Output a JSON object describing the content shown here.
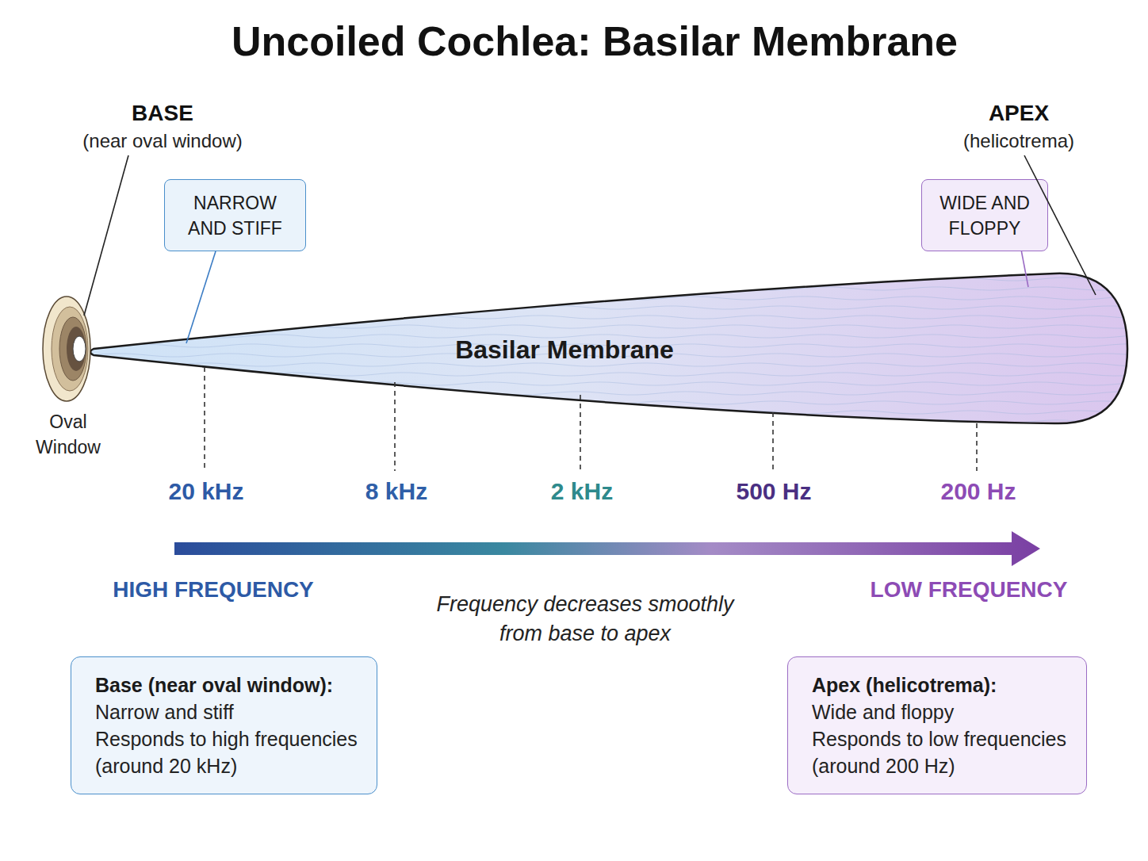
{
  "diagram": {
    "title": "Uncoiled Cochlea: Basilar Membrane",
    "nodes": [
      {
        "text": [
          "NARROW AND STIFF"
        ]
      },
      {
        "text": [
          "WIDE AND FLOPPY"
        ]
      },
      {
        "text": [
          "Basilar Membrane"
        ]
      },
      {
        "text": [
          "Base (near oval window):",
          "Narrow and stiff",
          "Responds to high frequencies (around 20 kHz)"
        ]
      },
      {
        "text": [
          "Apex (helicotrema):",
          "Wide and floppy",
          "Responds to low frequencies (around 200 Hz)"
        ]
      }
    ],
    "edges": [
      {
        "from": 0,
        "to": 2,
        "arrow": "none"
      },
      {
        "from": 1,
        "to": 2,
        "arrow": "none"
      }
    ],
    "labels": [
      "BASE",
      "(near oval window)",
      "APEX",
      "(helicotrema)",
      "Oval Window",
      "20 kHz",
      "8 kHz",
      "2 kHz",
      "500 Hz",
      "200 Hz",
      "HIGH FREQUENCY",
      "LOW FREQUENCY",
      "Frequency decreases smoothly from base to apex"
    ]
  }
}
